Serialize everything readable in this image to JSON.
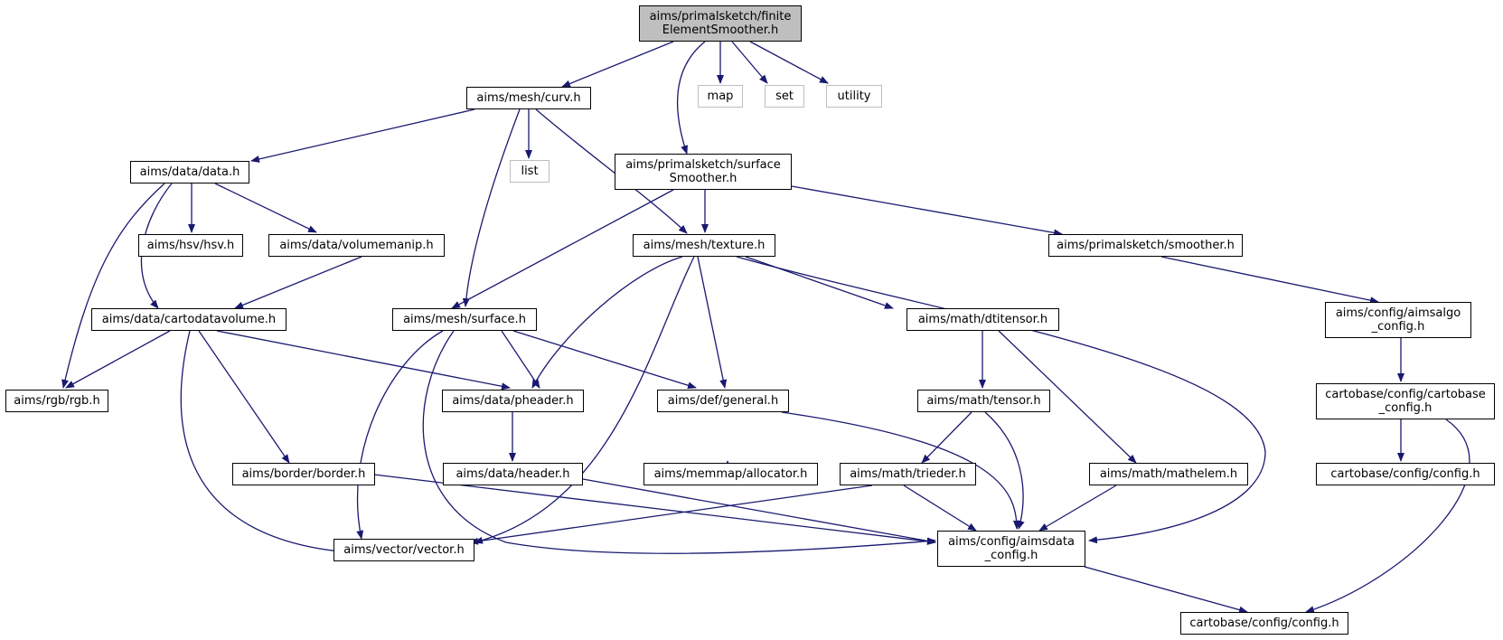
{
  "colors": {
    "edge": "#191970",
    "root_fill": "#bfbfbf",
    "external_border": "#bfbfbf"
  },
  "nodes": {
    "finite_smoother": "aims/primalsketch/finite\nElementSmoother.h",
    "curv": "aims/mesh/curv.h",
    "map": "map",
    "set": "set",
    "utility": "utility",
    "data": "aims/data/data.h",
    "list": "list",
    "surface_smoother": "aims/primalsketch/surface\nSmoother.h",
    "hsv": "aims/hsv/hsv.h",
    "volumemanip": "aims/data/volumemanip.h",
    "texture": "aims/mesh/texture.h",
    "smoother": "aims/primalsketch/smoother.h",
    "cartodatavolume": "aims/data/cartodatavolume.h",
    "surface": "aims/mesh/surface.h",
    "dtitensor": "aims/math/dtitensor.h",
    "aimsalgo_config": "aims/config/aimsalgo\n_config.h",
    "rgb": "aims/rgb/rgb.h",
    "pheader": "aims/data/pheader.h",
    "general": "aims/def/general.h",
    "tensor": "aims/math/tensor.h",
    "cartobase_config": "cartobase/config/cartobase\n_config.h",
    "border": "aims/border/border.h",
    "header": "aims/data/header.h",
    "allocator": "aims/memmap/allocator.h",
    "trieder": "aims/math/trieder.h",
    "mathelem": "aims/math/mathelem.h",
    "cb_config_right": "cartobase/config/config.h",
    "vector": "aims/vector/vector.h",
    "aimsdata_config": "aims/config/aimsdata\n_config.h",
    "cb_config_bottom": "cartobase/config/config.h"
  }
}
